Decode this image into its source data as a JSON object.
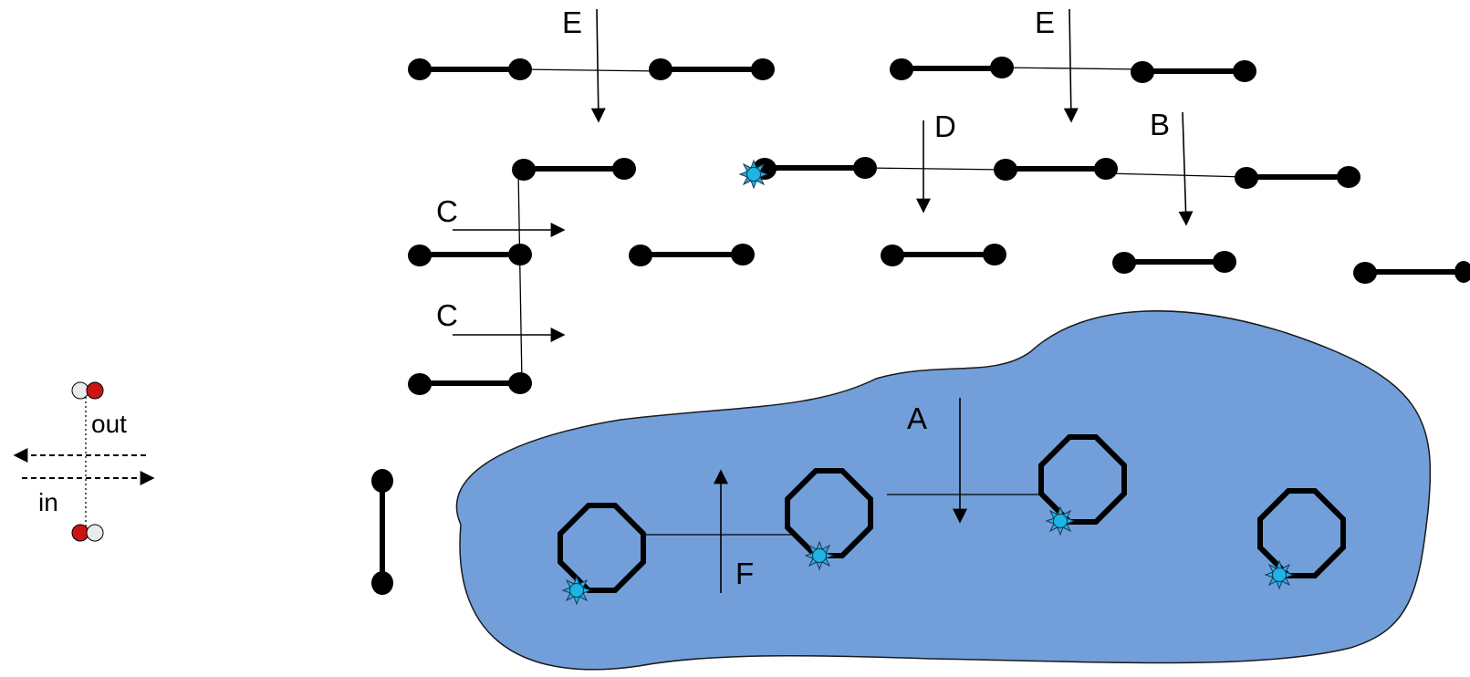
{
  "legend": {
    "out_label": "out",
    "in_label": "in"
  },
  "arrow_labels": {
    "e1": "E",
    "e2": "E",
    "d": "D",
    "b": "B",
    "c1": "C",
    "c2": "C",
    "a": "A",
    "f": "F"
  },
  "colors": {
    "region_fill": "#729fda",
    "region_stroke": "#1a1a1a",
    "marker_cyan": "#1eb4e6",
    "legend_red": "#c81414",
    "legend_white": "#e8eaee",
    "ink": "#000000"
  }
}
